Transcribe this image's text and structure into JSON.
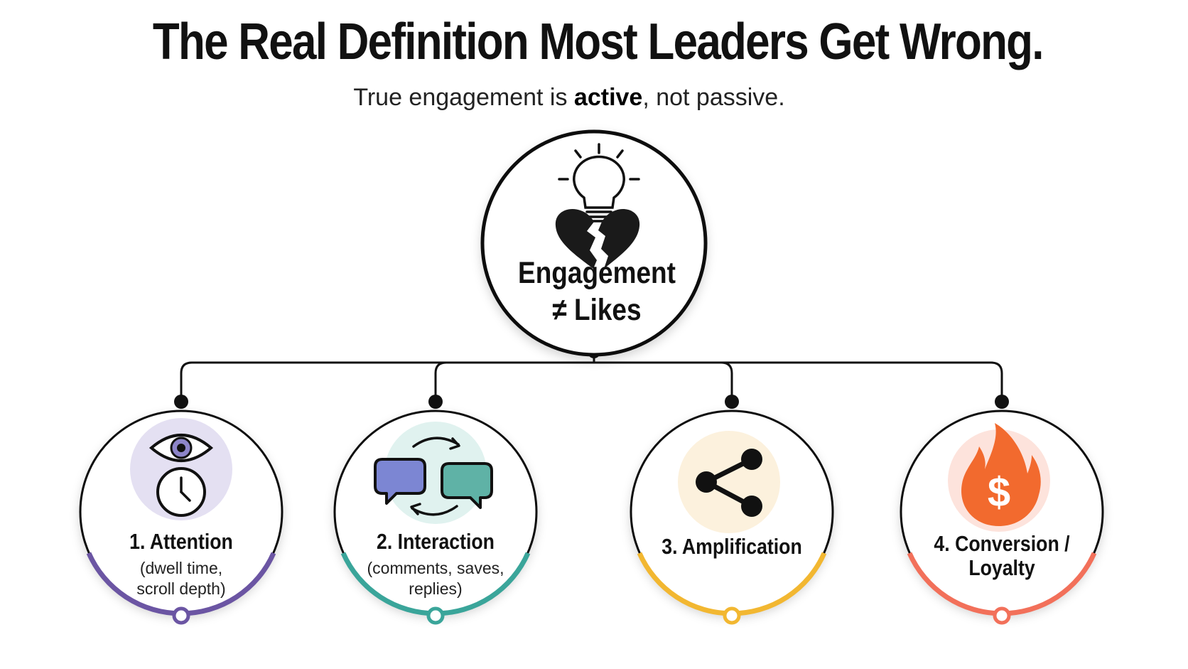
{
  "title": "The Real Definition Most Leaders Get Wrong.",
  "subtitle": {
    "before": "True engagement is ",
    "bold": "active",
    "after": ", not passive."
  },
  "center": {
    "line1": "Engagement",
    "line2": "≠ Likes",
    "icons": [
      "lightbulb-icon",
      "broken-heart-icon"
    ]
  },
  "pillars": [
    {
      "title": "1. Attention",
      "desc_line1": "(dwell time,",
      "desc_line2": "scroll depth)",
      "icons": [
        "eye-icon",
        "clock-icon"
      ],
      "accent": "#6b55a3",
      "tint": "#e4e0f2"
    },
    {
      "title": "2. Interaction",
      "desc_line1": "(comments, saves,",
      "desc_line2": "replies)",
      "icons": [
        "chat-bubbles-icon",
        "cycle-arrows-icon"
      ],
      "accent": "#3aa59a",
      "tint": "#e0f2ef"
    },
    {
      "title": "3. Amplification",
      "icons": [
        "share-icon"
      ],
      "accent": "#f2b731",
      "tint": "#fcf1dd"
    },
    {
      "title_line1": "4. Conversion /",
      "title_line2": "Loyalty",
      "icons": [
        "dollar-flame-icon"
      ],
      "accent": "#f2705a",
      "tint": "#fde3dc"
    }
  ]
}
